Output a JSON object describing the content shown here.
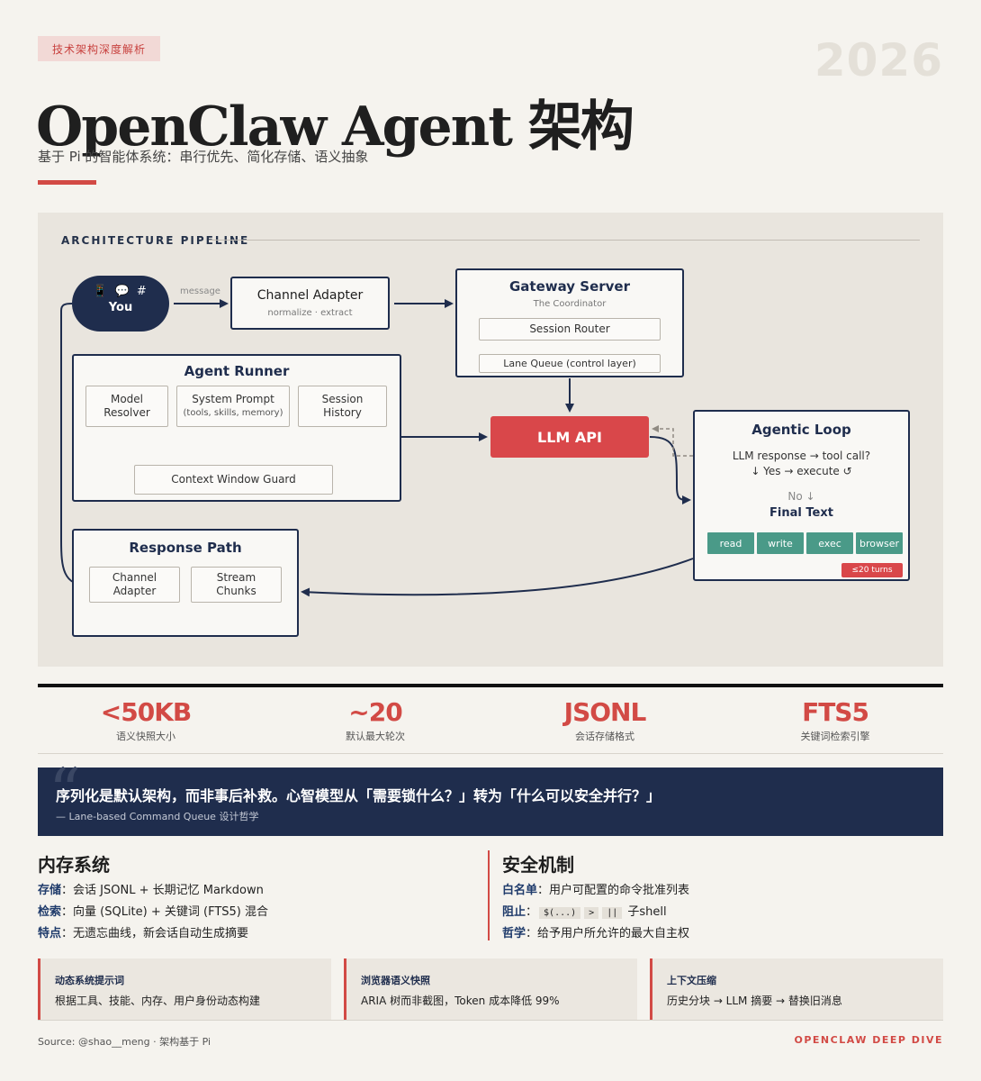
{
  "header": {
    "tag": "技术架构深度解析",
    "year": "2026",
    "title": "OpenClaw Agent 架构",
    "subtitle": "基于 Pi 的智能体系统：串行优先、简化存储、语义抽象"
  },
  "pipeline": {
    "label": "ARCHITECTURE PIPELINE",
    "you": {
      "icons": "📱 💬 #",
      "label": "You"
    },
    "message_label": "message",
    "channel_adapter": {
      "title": "Channel Adapter",
      "sub": "normalize · extract"
    },
    "gateway": {
      "title": "Gateway Server",
      "sub": "The Coordinator",
      "router": "Session Router",
      "queue": "Lane Queue (control layer)"
    },
    "agent_runner": {
      "title": "Agent Runner",
      "model_resolver": "Model Resolver",
      "system_prompt": "System Prompt",
      "system_prompt_sub": "(tools, skills, memory)",
      "session_history": "Session History",
      "guard": "Context Window Guard"
    },
    "llm": "LLM API",
    "agentic_loop": {
      "title": "Agentic Loop",
      "line1": "LLM response → tool call?",
      "line2": "↓ Yes → execute ↺",
      "line3": "No ↓",
      "final": "Final Text",
      "tools": [
        "read",
        "write",
        "exec",
        "browser"
      ],
      "turns": "≤20 turns"
    },
    "response_path": {
      "title": "Response Path",
      "channel_adapter": "Channel Adapter",
      "stream_chunks": "Stream Chunks"
    }
  },
  "stats": [
    {
      "value": "<50KB",
      "label": "语义快照大小"
    },
    {
      "value": "~20",
      "label": "默认最大轮次"
    },
    {
      "value": "JSONL",
      "label": "会话存储格式"
    },
    {
      "value": "FTS5",
      "label": "关键词检索引擎"
    }
  ],
  "quote": {
    "mark": "“",
    "text": "序列化是默认架构，而非事后补救。心智模型从「需要锁什么？」转为「什么可以安全并行？」",
    "attribution": "— Lane-based Command Queue 设计哲学"
  },
  "memory": {
    "title": "内存系统",
    "lines": [
      {
        "key": "存储",
        "text": "：会话 JSONL + 长期记忆 Markdown"
      },
      {
        "key": "检索",
        "text": "：向量 (SQLite) + 关键词 (FTS5) 混合"
      },
      {
        "key": "特点",
        "text": "：无遗忘曲线，新会话自动生成摘要"
      }
    ]
  },
  "security": {
    "title": "安全机制",
    "whitelist_key": "白名单",
    "whitelist_text": "：用户可配置的命令批准列表",
    "block_key": "阻止",
    "block_sep": "：",
    "block_codes": [
      "$(...)",
      ">",
      "||"
    ],
    "block_tail": "子shell",
    "philosophy_key": "哲学",
    "philosophy_text": "：给予用户所允许的最大自主权"
  },
  "cards": [
    {
      "title": "动态系统提示词",
      "desc": "根据工具、技能、内存、用户身份动态构建"
    },
    {
      "title": "浏览器语义快照",
      "desc": "ARIA 树而非截图，Token 成本降低 99%"
    },
    {
      "title": "上下文压缩",
      "desc": "历史分块 → LLM 摘要 → 替换旧消息"
    }
  ],
  "footer": {
    "source": "Source: @shao__meng · 架构基于 Pi",
    "brand": "OPENCLAW DEEP DIVE"
  },
  "colors": {
    "accent": "#d24a45",
    "navy": "#1f2d4d",
    "teal": "#4a9a88"
  }
}
